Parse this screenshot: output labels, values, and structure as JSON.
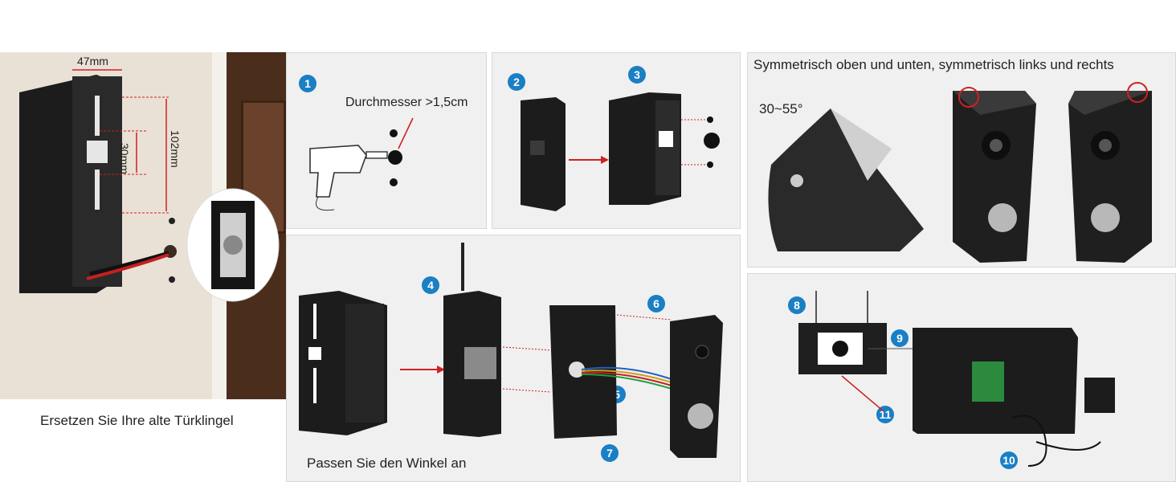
{
  "intro": {
    "caption": "Ersetzen Sie Ihre alte Türklingel",
    "dimensions": {
      "width": "47mm",
      "hole_spacing": "30mm",
      "height": "102mm"
    }
  },
  "step1": {
    "badge": "1",
    "label": "Durchmesser >1,5cm"
  },
  "step23": {
    "badges": [
      "2",
      "3"
    ]
  },
  "angle": {
    "title": "Symmetrisch oben und unten, symmetrisch links und rechts",
    "range": "30~55°"
  },
  "assembly": {
    "caption": "Passen Sie den Winkel an",
    "badges": [
      "4",
      "5",
      "6",
      "7"
    ]
  },
  "monitor": {
    "badges": [
      "8",
      "9",
      "10",
      "11"
    ]
  },
  "colors": {
    "badge": "#1a7fc4",
    "accent_red": "#d0201f",
    "device": "#1c1c1c",
    "panel_bg": "#f0f0f0"
  }
}
